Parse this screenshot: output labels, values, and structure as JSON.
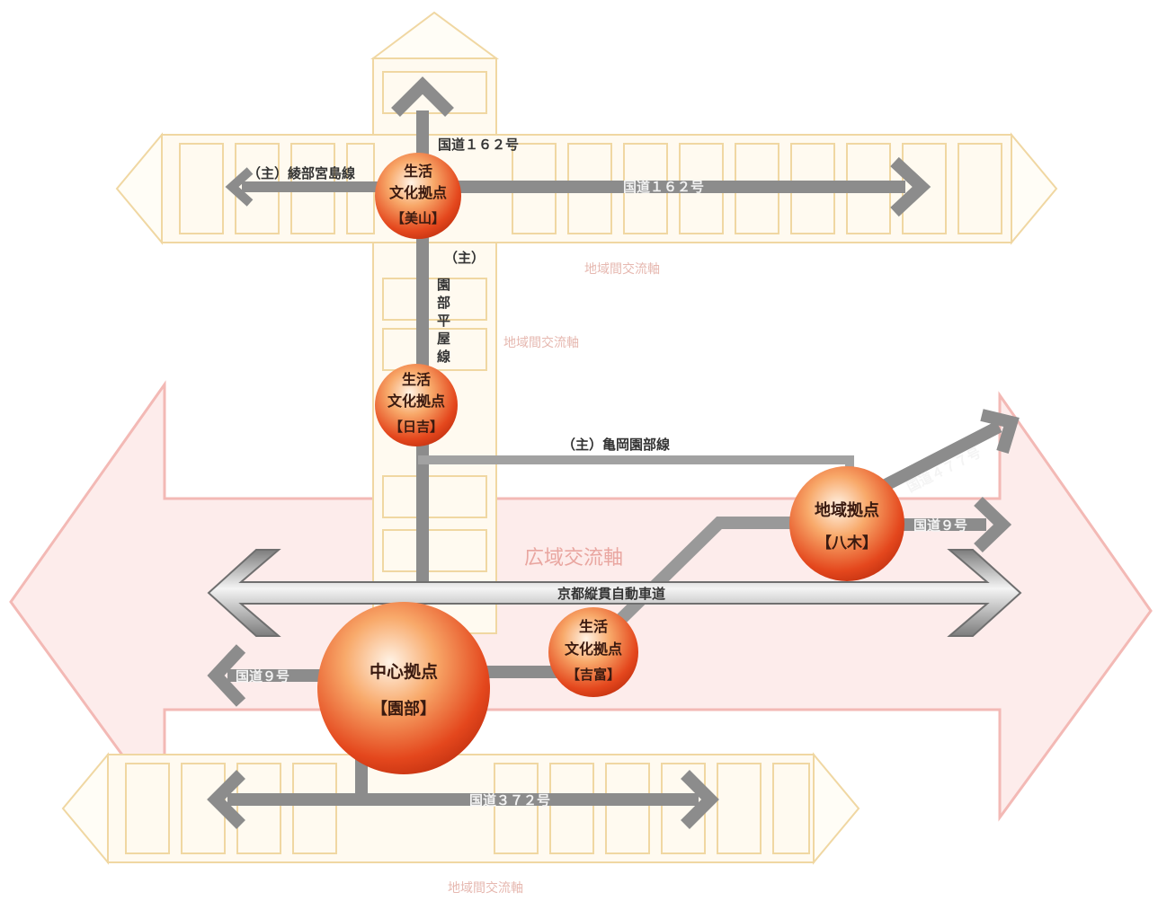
{
  "colors": {
    "road": "#8c8c8c",
    "road_light": "#c9c9c9",
    "axis_pink": "#f2b7b3",
    "axis_fill": "#fde9e7",
    "corridor_yellow": "#f2d9a6",
    "node_red": "#e0401a",
    "node_orange": "#f79a4a"
  },
  "nodes": {
    "miyama": {
      "line1": "生活",
      "line2": "文化拠点",
      "line3": "【美山】"
    },
    "hiyoshi": {
      "line1": "生活",
      "line2": "文化拠点",
      "line3": "【日吉】"
    },
    "yagi": {
      "line1": "地域拠点",
      "line2": "【八木】"
    },
    "sonobe": {
      "line1": "中心拠点",
      "line2": "【園部】"
    },
    "yoshitomi": {
      "line1": "生活",
      "line2": "文化拠点",
      "line3": "【吉富】"
    }
  },
  "roads": {
    "r162_north": "国道１６２号",
    "r162_east": "国道１６２号",
    "ayabe_miyajima": "（主）綾部宮島線",
    "sonobe_hirayashiki": [
      "（主）",
      "園",
      "部",
      "平",
      "屋",
      "線"
    ],
    "kameoka_sonobe": "（主）亀岡園部線",
    "expressway": "京都縦貫自動車道",
    "r9_west": "国道９号",
    "r9_east": "国道９号",
    "r372": "国道３７２号",
    "r477": "国道４７７号"
  },
  "axes": {
    "wide_area": "広域交流軸",
    "corridor_top": "地域間交流軸",
    "corridor_mid": "地域間交流軸",
    "corridor_bottom": "地域間交流軸"
  }
}
